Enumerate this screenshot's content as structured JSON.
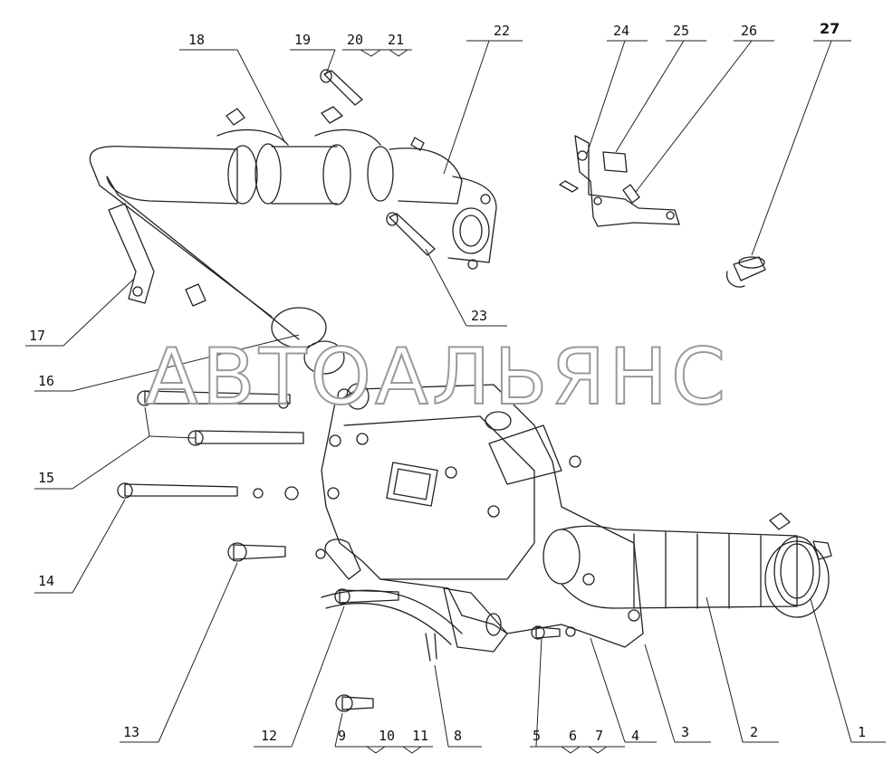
{
  "watermark": "АВТОАЛЬЯНС",
  "callouts": [
    "1",
    "2",
    "3",
    "4",
    "5",
    "6",
    "7",
    "8",
    "9",
    "10",
    "11",
    "12",
    "13",
    "14",
    "15",
    "16",
    "17",
    "18",
    "19",
    "20",
    "21",
    "22",
    "23",
    "24",
    "25",
    "26",
    "27"
  ],
  "colors": {
    "line": "#222222",
    "watermark_outline": "#9a9a9a",
    "background": "#ffffff"
  }
}
